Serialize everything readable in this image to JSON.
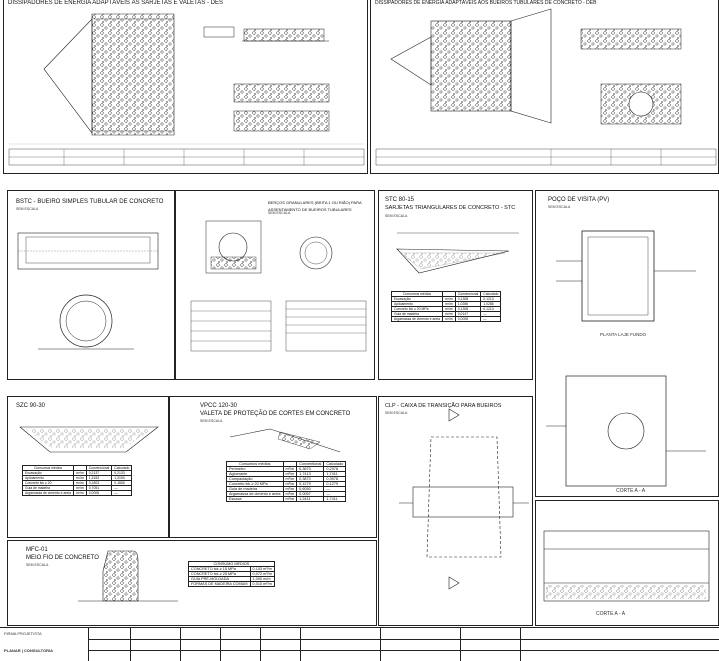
{
  "panels": {
    "des": {
      "title": "DISSIPADORES DE ENERGIA ADAPTÁVEIS ÀS SARJETAS E VALETAS - DES"
    },
    "dissip_bueiros": {
      "title": "DISSIPADORES DE ENERGIA ADAPTÁVEIS AOS BUEIROS TUBULARES DE CONCRETO - DEB"
    },
    "bstc": {
      "title": "BSTC - BUEIRO SIMPLES TUBULAR DE CONCRETO",
      "scale": "SEM ESCALA"
    },
    "bercos": {
      "title": "BERÇOS GRANULARES (BRITA 1 OU RIÃO) PARA ASSENTAMENTO DE BUEIROS TUBULARES",
      "scale": "SEM ESCALA"
    },
    "stc": {
      "title_line1": "STC 80-15",
      "title_line2": "SARJETAS TRIANGULARES DE CONCRETO - STC",
      "scale": "SEM ESCALA"
    },
    "pv": {
      "title": "POÇO DE VISITA (PV)",
      "scale": "SEM ESCALA",
      "plan_label": "PLANTA LAJE FUNDO",
      "cut_label": "CORTE A - A"
    },
    "szc": {
      "title": "SZC 90-30"
    },
    "vpcc": {
      "title_line1": "VPCC 120-30",
      "title_line2": "VALETA DE PROTEÇÃO DE CORTES EM CONCRETO",
      "scale": "SEM ESCALA"
    },
    "clp": {
      "title": "CLP - CAIXA DE TRANSIÇÃO PARA BUEIROS",
      "scale": "SEM ESCALA",
      "cut_label": "CORTE A - A"
    },
    "mfc": {
      "title_line1": "MFC-01",
      "title_line2": "MEIO FIO DE CONCRETO",
      "scale": "SEM ESCALA"
    }
  },
  "tables": {
    "vpcc": {
      "header": [
        "Consumos médios",
        "",
        "Conventional",
        "Calculado"
      ],
      "rows": [
        [
          "Perimetro",
          "m³/m",
          "0,3670",
          "0,2978"
        ],
        [
          "Agloerante",
          "m³/m",
          "1,7413",
          "1,7411"
        ],
        [
          "Compactação",
          "m³/m",
          "0,3870",
          "0,3978"
        ],
        [
          "Concreto fck ≥ 20 MPa",
          "m³/m",
          "0,1279",
          "0,1279"
        ],
        [
          "Guia de madeira",
          "m³/m",
          "0,6050",
          "—"
        ],
        [
          "Argamassa de cimento e areia",
          "m³/m",
          "0,0057",
          "—"
        ],
        [
          "Escava",
          "m³/m",
          "1,2411",
          "1,7411"
        ]
      ]
    },
    "mfc": {
      "header": "CONSUMO MÉDIOS",
      "rows": [
        [
          "CONCRETO fck ≥ 15 MPa",
          "0,103 m³/m"
        ],
        [
          "CONCRETO fck ≥ 25 MPa",
          "0,072 m³/m"
        ],
        [
          "GUIA PRÉ-MOLDADA",
          "1,000 m/m"
        ],
        [
          "FORMAS DE MADEIRA COMUM",
          "0,010 m²/m"
        ]
      ]
    },
    "stc": {
      "header": [
        "Consumos médios",
        "",
        "Convencional",
        "Calculado"
      ],
      "rows": [
        [
          "Escavação",
          "m³/m",
          "0,1308",
          "0,1213"
        ],
        [
          "Apiloamento",
          "m²/m",
          "1,0286",
          "1,0286"
        ],
        [
          "Concreto fck ≥ 20 MPa",
          "m³/m",
          "0,1308",
          "0,1213"
        ],
        [
          "Guia de madeira",
          "m³/m",
          "0,0147",
          "—"
        ],
        [
          "Argamassa de cimento e areia",
          "m³/m",
          "0,0008",
          "—"
        ]
      ]
    },
    "szc": {
      "header": [
        "Consumos médios",
        "",
        "Convencional",
        "Calculado"
      ],
      "rows": [
        [
          "Escavação",
          "m³/m",
          "0,2137",
          "0,2133"
        ],
        [
          "Apiloamento",
          "m²/m",
          "1,3153",
          "1,3153"
        ],
        [
          "Concreto fck ≥ 20",
          "m³/m",
          "0,1803",
          "0,1806"
        ],
        [
          "Guia de madeira",
          "m³/m",
          "0,7051",
          "—"
        ],
        [
          "Argamassa de cimento e areia",
          "m³/m",
          "0,0006",
          "—"
        ]
      ]
    }
  },
  "stamp": {
    "firm": "FIRMA PROJETISTA",
    "logo_text": "PLANAR | CONSULTORIA"
  }
}
